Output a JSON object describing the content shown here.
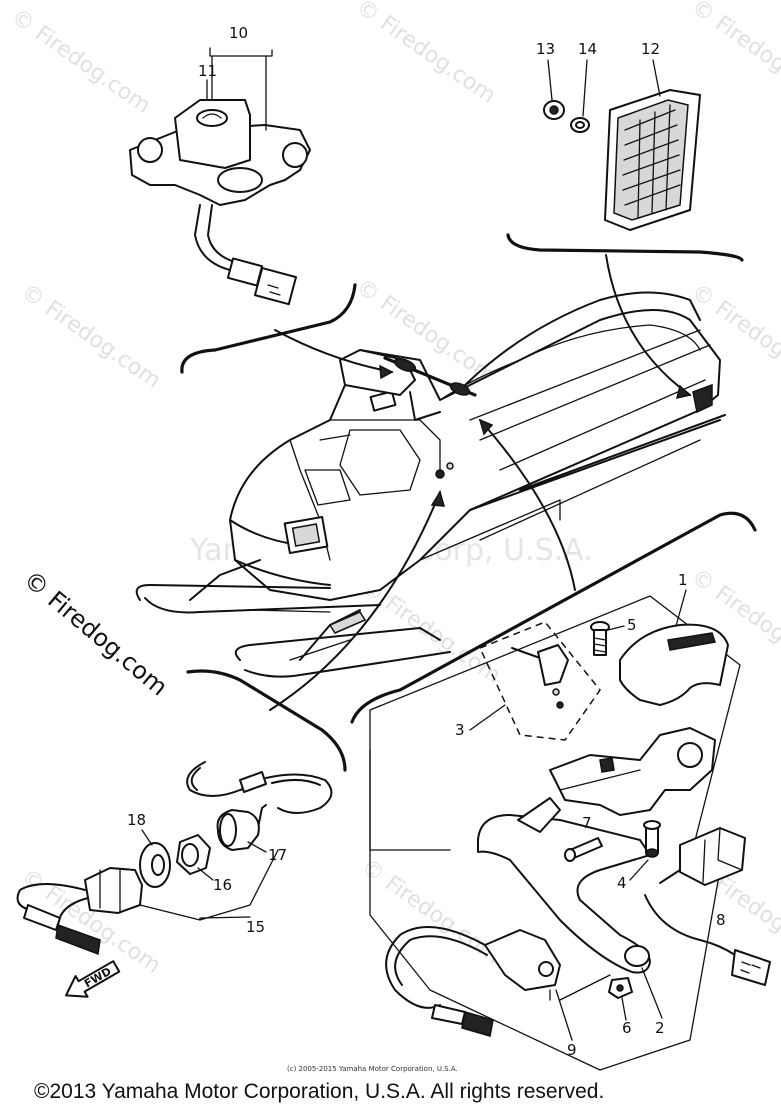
{
  "diagram": {
    "callouts": {
      "c1": "1",
      "c2": "2",
      "c3": "3",
      "c4": "4",
      "c5": "5",
      "c6": "6",
      "c7": "7",
      "c8": "8",
      "c9": "9",
      "c10": "10",
      "c11": "11",
      "c12": "12",
      "c13": "13",
      "c14": "14",
      "c15": "15",
      "c16": "16",
      "c17": "17",
      "c18": "18"
    },
    "fwd_label": "FWD"
  },
  "watermarks": {
    "site": "© Firedog.com",
    "center": "Yamaha Motor Corp, U.S.A."
  },
  "footer": {
    "fine_print": "(c) 2005-2015 Yamaha Motor Corporation, U.S.A.",
    "copyright": "©2013 Yamaha Motor Corporation, U.S.A. All rights reserved."
  }
}
